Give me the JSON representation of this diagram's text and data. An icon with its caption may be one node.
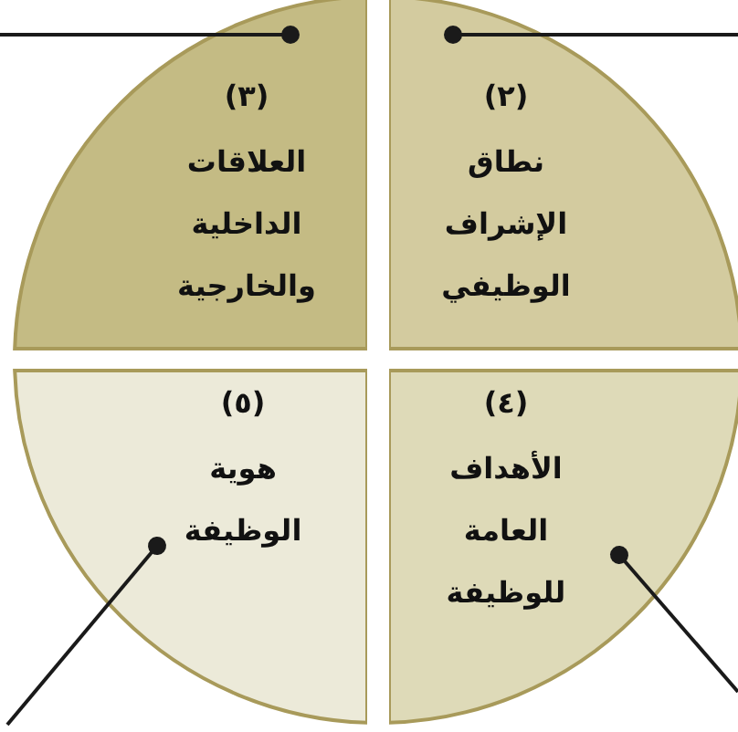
{
  "diagram": {
    "nodes": [
      {
        "text": [
          "(٢)",
          "نطاق الإشراف الوظيفي"
        ]
      },
      {
        "text": [
          "(٣)",
          "العلاقات الداخلية والخارجية"
        ]
      },
      {
        "text": [
          "(٤)",
          "الأهداف العامة للوظيفة"
        ]
      },
      {
        "text": [
          "(٥)",
          "هوية الوظيفة"
        ]
      }
    ],
    "edges": [
      {
        "from": 0,
        "to": null,
        "arrow": "other"
      },
      {
        "from": 1,
        "to": null,
        "arrow": "other"
      },
      {
        "from": 2,
        "to": null,
        "arrow": "other"
      },
      {
        "from": 3,
        "to": null,
        "arrow": "other"
      }
    ]
  }
}
